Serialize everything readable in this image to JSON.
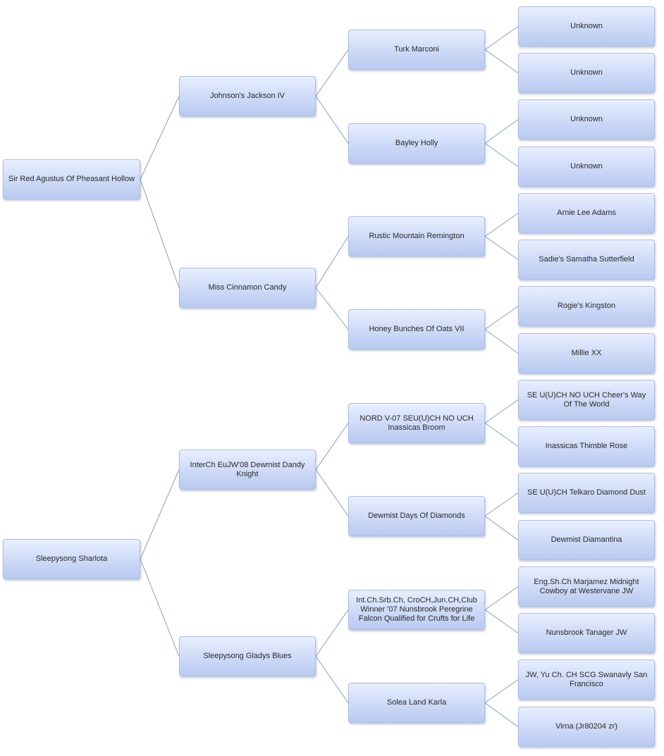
{
  "pedigree": {
    "parents": [
      {
        "name": "Sir Red Agustus Of Pheasant Hollow",
        "parents": [
          {
            "name": "Johnson's Jackson IV",
            "parents": [
              {
                "name": "Turk Marconi",
                "parents": [
                  {
                    "name": "Unknown"
                  },
                  {
                    "name": "Unknown"
                  }
                ]
              },
              {
                "name": "Bayley Holly",
                "parents": [
                  {
                    "name": "Unknown"
                  },
                  {
                    "name": "Unknown"
                  }
                ]
              }
            ]
          },
          {
            "name": "Miss Cinnamon Candy",
            "parents": [
              {
                "name": "Rustic Mountain Remington",
                "parents": [
                  {
                    "name": "Arnie Lee Adams"
                  },
                  {
                    "name": "Sadie's Samatha Sutterfield"
                  }
                ]
              },
              {
                "name": "Honey Bunches Of Oats VII",
                "parents": [
                  {
                    "name": "Rogie's Kingston"
                  },
                  {
                    "name": "Millie XX"
                  }
                ]
              }
            ]
          }
        ]
      },
      {
        "name": "Sleepysong Sharlota",
        "parents": [
          {
            "name": "InterCh EuJW'08 Dewmist Dandy Knight",
            "parents": [
              {
                "name": "NORD V-07 SEU(U)CH NO UCH Inassicas Broom",
                "parents": [
                  {
                    "name": "SE U(U)CH NO UCH Cheer's Way Of The World"
                  },
                  {
                    "name": "Inassicas Thimble Rose"
                  }
                ]
              },
              {
                "name": "Dewmist Days Of Diamonds",
                "parents": [
                  {
                    "name": "SE U(U)CH Telkaro Diamond Dust"
                  },
                  {
                    "name": "Dewmist Diamantina"
                  }
                ]
              }
            ]
          },
          {
            "name": "Sleepysong Gladys Blues",
            "parents": [
              {
                "name": "Int.Ch.Srb.Ch, CroCH,Jun.CH,Club Winner '07 Nunsbrook Peregrine Falcon Qualified for Crufts for Life",
                "parents": [
                  {
                    "name": "Eng.Sh.Ch Marjamez Midnight Cowboy at Westervane JW"
                  },
                  {
                    "name": "Nunsbrook Tanager JW"
                  }
                ]
              },
              {
                "name": "Solea Land Karla",
                "parents": [
                  {
                    "name": "JW, Yu Ch. CH SCG Swanavly San Francisco"
                  },
                  {
                    "name": "Virna (Jr80204 zr)"
                  }
                ]
              }
            ]
          }
        ]
      }
    ]
  }
}
